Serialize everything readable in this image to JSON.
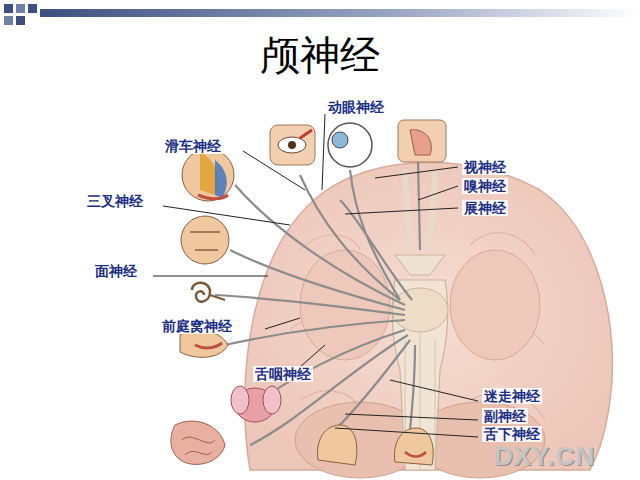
{
  "diagram": {
    "title": "颅神经",
    "labels": [
      "动眼神经",
      "滑车神经",
      "视神经",
      "嗅神经",
      "三叉神经",
      "展神经",
      "面神经",
      "前庭窝神经",
      "舌咽神经",
      "迷走神经",
      "副神经",
      "舌下神经",
      "DXY.CN"
    ]
  }
}
